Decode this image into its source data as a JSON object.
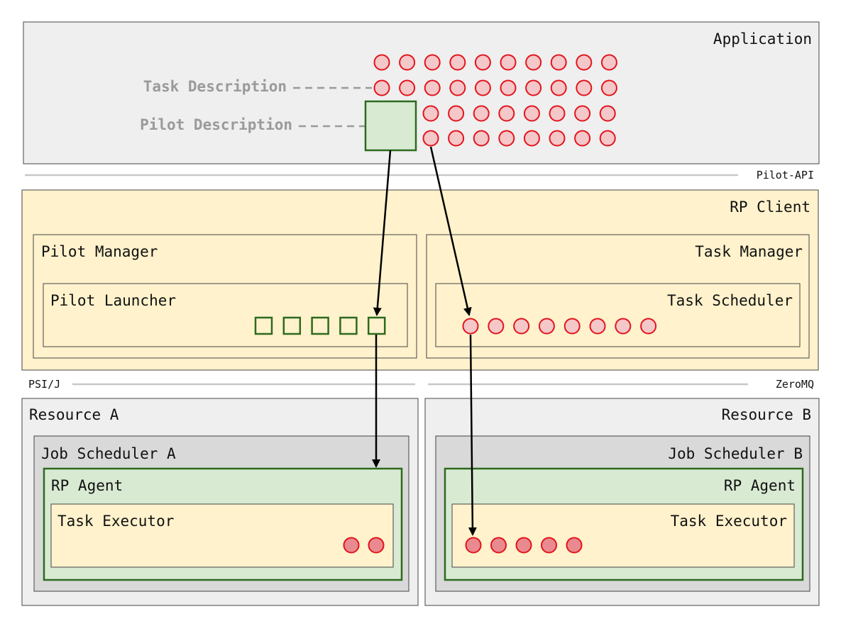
{
  "colors": {
    "app_fill": "#efefef",
    "client_fill": "#fff2cc",
    "resource_fill": "#efefef",
    "scheduler_fill": "#d9d9d9",
    "agent_fill": "#d9ead3",
    "green_border": "#2d6a1f",
    "task_fill": "#f4c7c9",
    "task_done_fill": "#e88a90",
    "task_border": "#e3141c",
    "separator": "#c8c8c8",
    "label_grey": "#9a9a9a",
    "arrow": "#000000"
  },
  "application": {
    "title": "Application",
    "task_description": "Task Description",
    "pilot_description": "Pilot Description"
  },
  "layers": {
    "pilot_api": "Pilot-API",
    "psij": "PSI/J",
    "zeromq": "ZeroMQ"
  },
  "client": {
    "title": "RP Client",
    "pilot_manager": "Pilot Manager",
    "pilot_launcher": "Pilot Launcher",
    "task_manager": "Task Manager",
    "task_scheduler": "Task Scheduler"
  },
  "resource_a": {
    "title": "Resource A",
    "scheduler": "Job Scheduler A",
    "agent": "RP Agent",
    "executor": "Task Executor"
  },
  "resource_b": {
    "title": "Resource B",
    "scheduler": "Job Scheduler B",
    "agent": "RP Agent",
    "executor": "Task Executor"
  },
  "counts": {
    "app_task_rows_full": 2,
    "app_task_rows_partial": 2,
    "tasks_per_full_row": 10,
    "tasks_per_partial_row": 8,
    "queued_pilots": 5,
    "queued_tasks": 8,
    "executing_tasks_a": 2,
    "executing_tasks_b": 5
  }
}
